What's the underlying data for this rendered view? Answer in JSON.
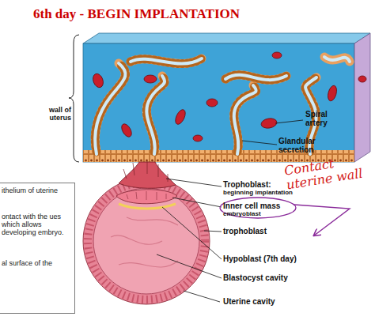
{
  "diagram": {
    "title": "6th day - BEGIN IMPLANTATION",
    "nodes": [
      {
        "text": [
          "ithelium of uterine",
          "ontact with the ues which allows developing embryo.",
          "al surface of the"
        ]
      }
    ],
    "labels": [
      "wall of uterus",
      "Spiral artery",
      "Glandular secretion",
      "Trophoblast:",
      "beginning implantation",
      "Inner cell mass",
      "embryoblast",
      "trophoblast",
      "Hypoblast (7th day)",
      "Blastocyst cavity",
      "Uterine cavity",
      "Contact uterine wall"
    ]
  }
}
